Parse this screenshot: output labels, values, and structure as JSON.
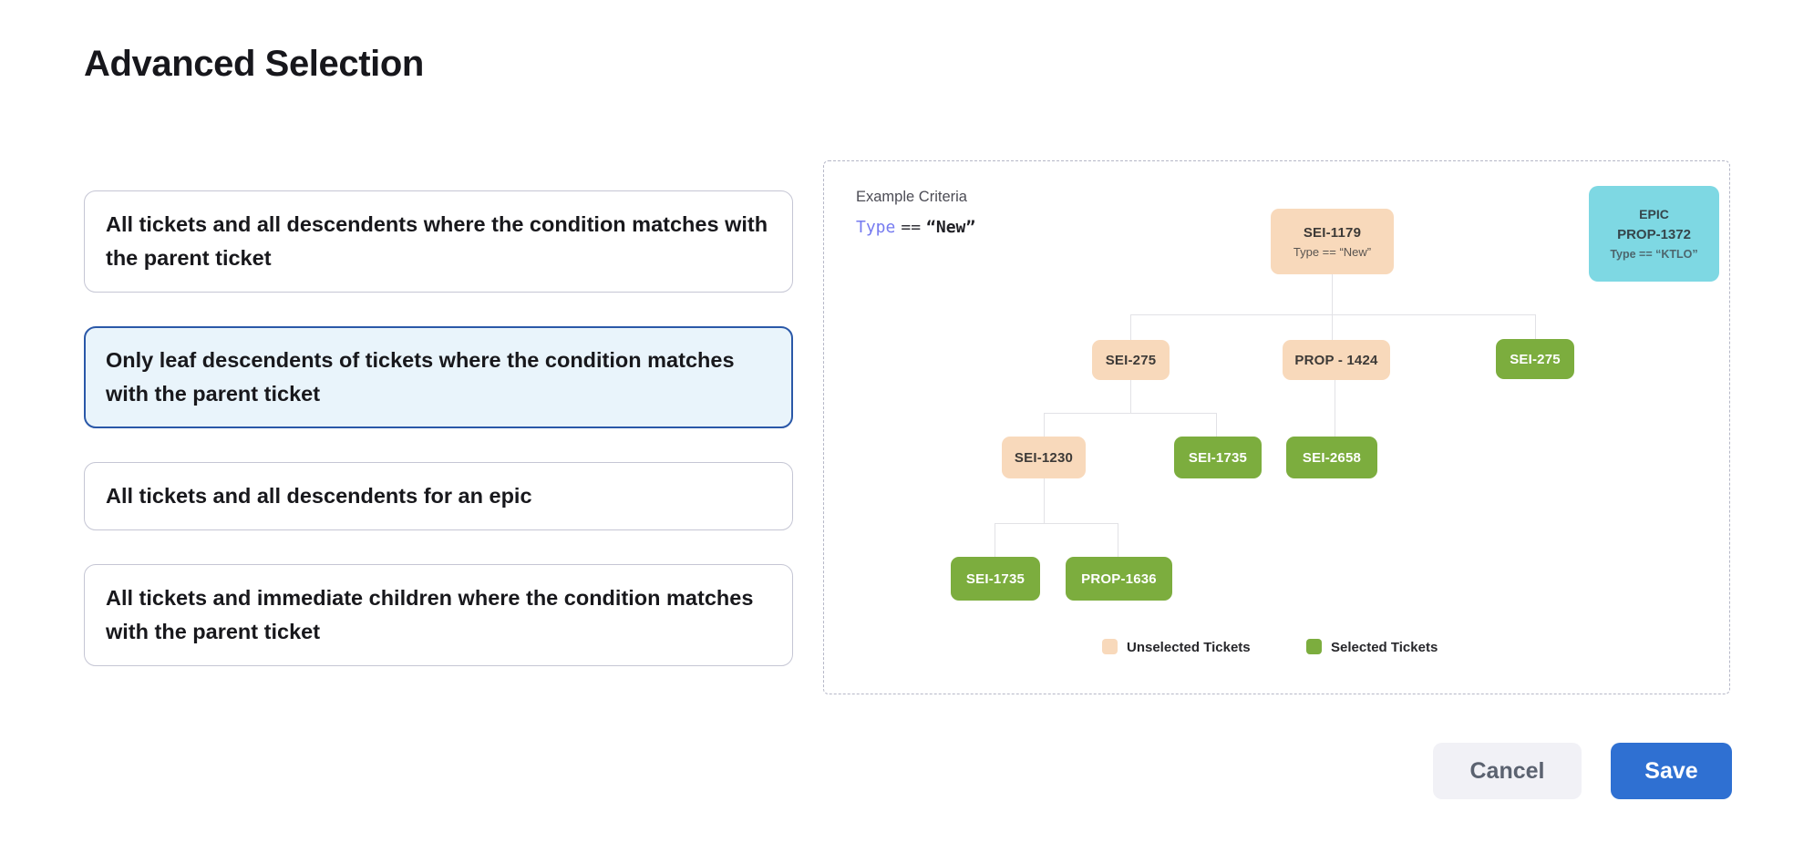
{
  "title": "Advanced Selection",
  "options": [
    {
      "label": "All tickets and all descendents where the condition matches with the parent ticket",
      "selected": false
    },
    {
      "label": "Only leaf descendents of tickets where the condition matches with the parent ticket",
      "selected": true
    },
    {
      "label": "All tickets and all descendents for an epic",
      "selected": false
    },
    {
      "label": "All tickets and immediate children where the condition matches with the parent ticket",
      "selected": false
    }
  ],
  "diagram": {
    "criteria_label": "Example Criteria",
    "criteria": {
      "field": "Type",
      "operator": "==",
      "value": "“New”"
    },
    "epic_card": {
      "type_label": "EPIC",
      "ticket": "PROP-1372",
      "condition": "Type == “KTLO”"
    },
    "tree": {
      "root": {
        "label": "SEI-1179",
        "condition": "Type == “New”"
      },
      "level2": [
        "SEI-275",
        "PROP - 1424",
        "SEI-275"
      ],
      "level3": [
        "SEI-1230",
        "SEI-1735",
        "SEI-2658"
      ],
      "level4": [
        "SEI-1735",
        "PROP-1636"
      ]
    },
    "legend": [
      {
        "label": "Unselected Tickets",
        "color": "#f8d9bb"
      },
      {
        "label": "Selected Tickets",
        "color": "#7cad3e"
      }
    ]
  },
  "footer": {
    "cancel_label": "Cancel",
    "save_label": "Save"
  },
  "colors": {
    "unselected_ticket": "#f8d9bb",
    "selected_ticket": "#7cad3e",
    "epic_card": "#7ed8e3",
    "save_button": "#2f70d2",
    "selected_option_border": "#2a58a8",
    "selected_option_bg": "#e9f4fb",
    "criteria_field": "#767bf0"
  }
}
